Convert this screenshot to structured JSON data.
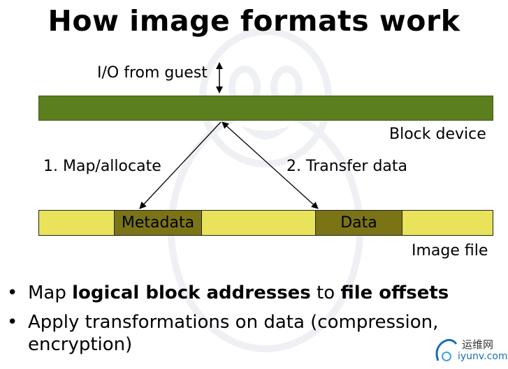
{
  "title": "How image formats work",
  "diagram": {
    "io_label": "I/O from guest",
    "block_device_label": "Block device",
    "step1_label": "1. Map/allocate",
    "step2_label": "2. Transfer data",
    "metadata_label": "Metadata",
    "data_label": "Data",
    "image_file_label": "Image file",
    "colors": {
      "block_device": "#5b7f1f",
      "image_file": "#e8e35a",
      "segment": "#7a7417"
    }
  },
  "bullets": [
    {
      "prefix": "Map ",
      "bold1": "logical block addresses",
      "middle": " to ",
      "bold2": "file offsets"
    },
    {
      "text": "Apply transformations on data (compression, encryption)"
    }
  ],
  "logo": {
    "top_text": "运维网",
    "bottom_text": "iyunv.com"
  }
}
